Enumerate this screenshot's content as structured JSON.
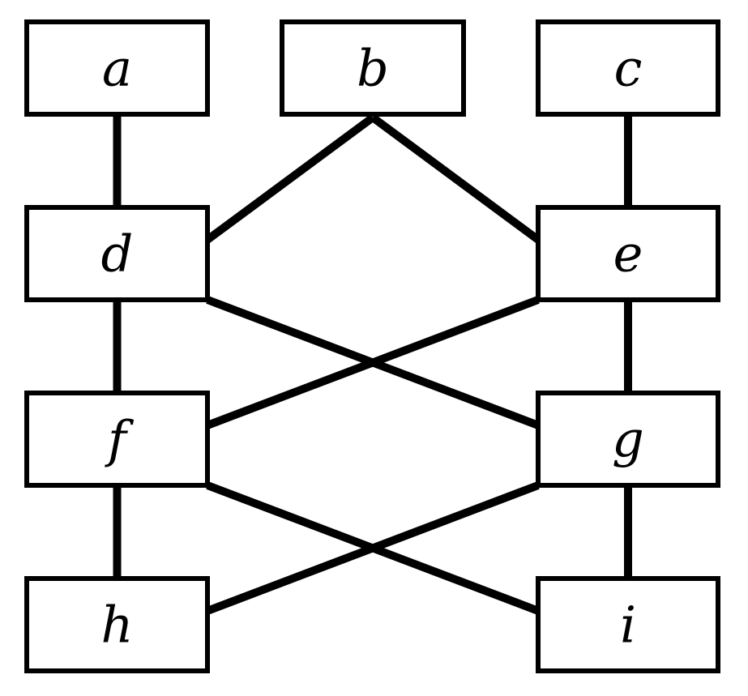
{
  "nodes": {
    "a": "a",
    "b": "b",
    "c": "c",
    "d": "d",
    "e": "e",
    "f": "f",
    "g": "g",
    "h": "h",
    "i": "i"
  },
  "edges": [
    [
      "a",
      "d"
    ],
    [
      "b",
      "d"
    ],
    [
      "b",
      "e"
    ],
    [
      "c",
      "e"
    ],
    [
      "d",
      "f"
    ],
    [
      "d",
      "g"
    ],
    [
      "e",
      "f"
    ],
    [
      "e",
      "g"
    ],
    [
      "f",
      "h"
    ],
    [
      "f",
      "i"
    ],
    [
      "g",
      "h"
    ],
    [
      "g",
      "i"
    ]
  ],
  "colors": {
    "stroke": "#000000",
    "fill": "#ffffff"
  }
}
